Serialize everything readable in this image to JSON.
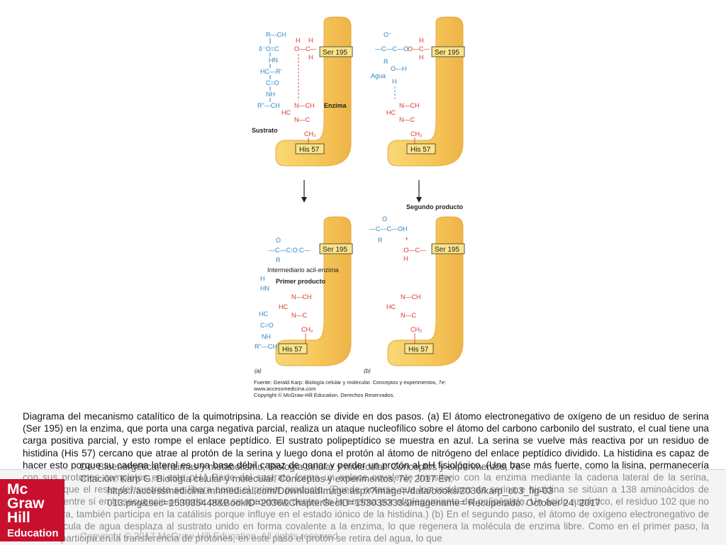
{
  "figure": {
    "panel_a_label": "(a)",
    "panel_b_label": "(b)",
    "ser_label": "Ser 195",
    "his_label": "His 57",
    "enzyme_label": "Enzima",
    "substrate_label": "Sustrato",
    "water_label": "Agua",
    "second_product_label": "Segundo producto",
    "acyl_intermediate_label": "Intermediario acil-enzima",
    "first_product_label": "Primer producto",
    "fuente_line1": "Fuente: Gerald Karp: Biología celular y molecular. Conceptos y experimentos, 7e:",
    "fuente_line2": "www.accessmedicina.com",
    "fuente_line3": "Copyright © McGraw-Hill Education. Derechos Reservados."
  },
  "caption": "Diagrama del mecanismo catalítico de la quimotripsina. La reacción se divide en dos pasos. (a) El átomo electronegativo de oxígeno de un residuo de serina (Ser 195) en la enzima, que porta una carga negativa parcial, realiza un ataque nucleofílico sobre el átomo del carbono carbonilo del sustrato, el cual tiene una carga positiva parcial, y esto rompe el enlace peptídico. El sustrato polipeptídico se muestra en azul. La serina se vuelve más reactiva por un residuo de histidina (His 57) cercano que atrae al protón de la serina y luego dona el protón al átomo de nitrógeno del enlace peptídico dividido. La histidina es capaz de hacer esto porque su cadena lateral es una base débil capaz de ganar y perder un protón al pH fisiológico. (Una base más fuerte, como la lisina, permanecería con sus protones completos en este pH.) Parte del sustrato forma un enlace covalente transitorio con la enzima mediante la cadena lateral de la serina, mientras que el resto del sustrato se libera como el primer producto. (Puede notarse que los residuos de serina e histidina se sitúan a 138 aminoácidos de distancia entre sí en la secuencia primaria, pero se aproximan dentro de la enzima por el plegamiento del polipéptido. Un ácido aspártico, el residuo 102 que no se muestra, también participa en la catálisis porque influye en el estado iónico de la histidina.) (b) En el segundo paso, el átomo de oxígeno electronegativo de una molécula de agua desplaza al sustrato unido en forma covalente a la enzima, lo que regenera la molécula de enzima libre. Como en el primer paso, la histidina participa en la transferencia de protones; en este paso el protón se retira del agua, lo que",
  "logo": {
    "line1": "Mc",
    "line2": "Graw",
    "line3": "Hill",
    "line4": "Education"
  },
  "overlay": {
    "source_line": "De: Bioenergética, enzimas y metabolismo, Biología celular y molecular. Conceptos y experimentos, 7e",
    "citation_line": "Citación: Karp G. Biología celular y molecular. Conceptos y experimentos, 7e; 2017 En:",
    "url_line1": "https://accessmedicina.mhmedical.com/DownloadImage.aspx?image=/data/books/2036/karp_c03_fig-03",
    "url_line2": "013.png&sec=153035448&BookID=2036&ChapterSecID=153035333&imagename= Recuperado: October 24, 2017",
    "copyright_line": "Copyright © 2017 McGraw-Hill Education. All rights reserved"
  },
  "colors": {
    "enzyme_fill": "#f7c95c",
    "enzyme_edge": "#e6a93a",
    "substrate_blue": "#2f86c5",
    "enzyme_red": "#d9362b",
    "logo_red": "#c8102e"
  }
}
